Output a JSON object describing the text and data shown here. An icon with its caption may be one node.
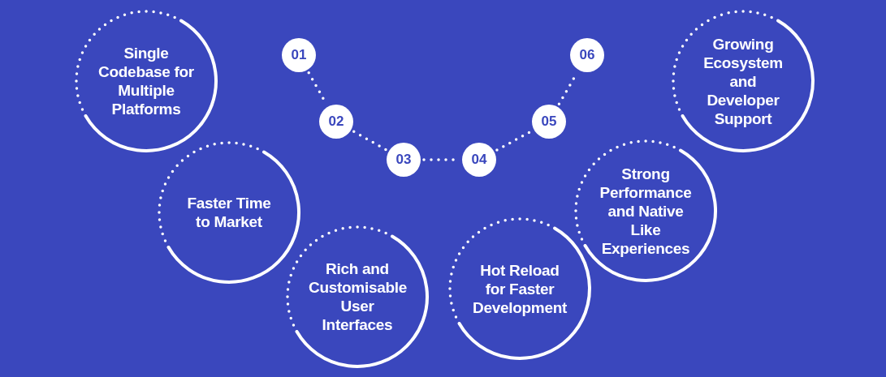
{
  "diagram": {
    "nodes": [
      {
        "text": [
          "Single Codebase for Multiple Platforms"
        ]
      },
      {
        "text": [
          "Faster Time to Market"
        ]
      },
      {
        "text": [
          "Rich and Customisable User Interfaces"
        ]
      },
      {
        "text": [
          "Hot Reload for Faster Development"
        ]
      },
      {
        "text": [
          "Strong Performance and Native Like Experiences"
        ]
      },
      {
        "text": [
          "Growing Ecosystem and Developer Support"
        ]
      },
      {
        "text": [
          "01"
        ]
      },
      {
        "text": [
          "02"
        ]
      },
      {
        "text": [
          "03"
        ]
      },
      {
        "text": [
          "04"
        ]
      },
      {
        "text": [
          "05"
        ]
      },
      {
        "text": [
          "06"
        ]
      }
    ],
    "edges": [
      {
        "from": 6,
        "to": 7,
        "arrow": "none",
        "style": "dashed"
      },
      {
        "from": 7,
        "to": 8,
        "arrow": "none",
        "style": "dashed"
      },
      {
        "from": 8,
        "to": 9,
        "arrow": "none",
        "style": "dashed"
      },
      {
        "from": 9,
        "to": 10,
        "arrow": "none",
        "style": "dashed"
      },
      {
        "from": 10,
        "to": 11,
        "arrow": "none",
        "style": "dashed"
      }
    ]
  }
}
